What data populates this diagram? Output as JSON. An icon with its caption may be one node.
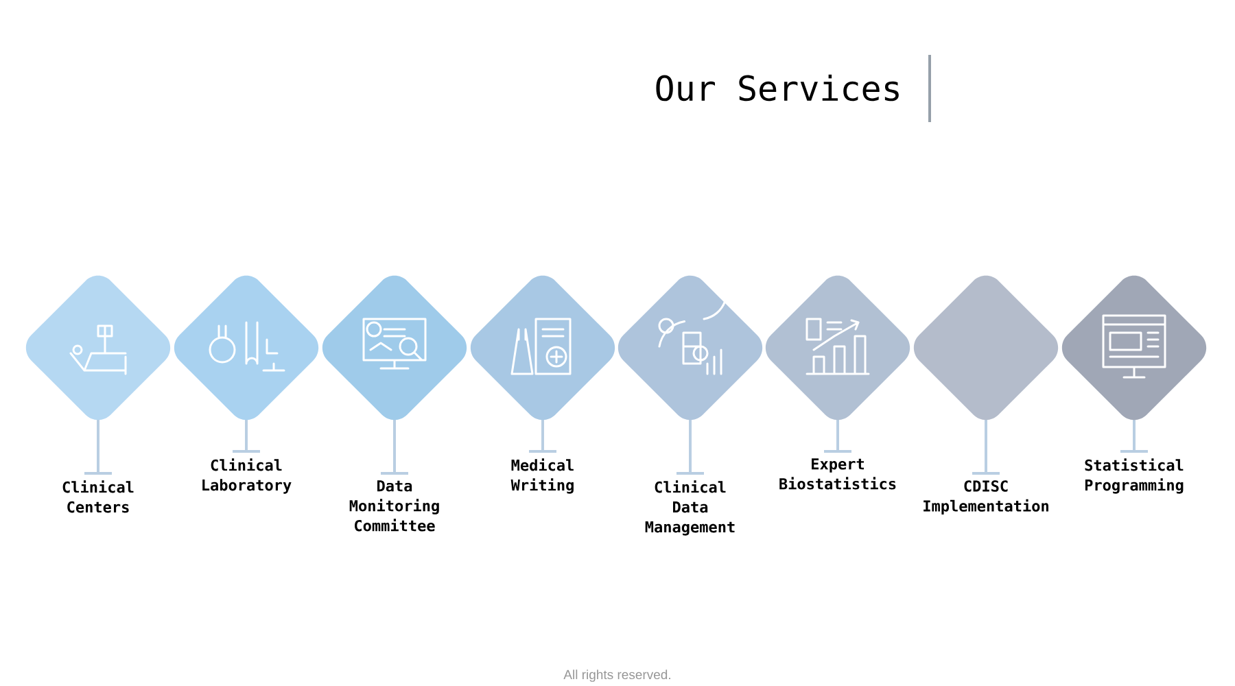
{
  "diagram": {
    "title": "Our Services",
    "nodes": [
      {
        "text": [],
        "shape": "diamond",
        "beside": [
          "Clinical Centers"
        ]
      },
      {
        "text": [],
        "shape": "diamond",
        "beside": [
          "Clinical Laboratory"
        ]
      },
      {
        "text": [],
        "shape": "diamond",
        "beside": [
          "Data Monitoring Committee"
        ]
      },
      {
        "text": [],
        "shape": "diamond",
        "beside": [
          "Medical Writing"
        ]
      },
      {
        "text": [],
        "shape": "diamond",
        "beside": [
          "Clinical Data Management"
        ]
      },
      {
        "text": [],
        "shape": "diamond",
        "beside": [
          "Expert Biostatistics"
        ]
      },
      {
        "text": [],
        "shape": "diamond",
        "beside": [
          "CDISC Implementation"
        ]
      },
      {
        "text": [],
        "shape": "diamond",
        "beside": [
          "Statistical Programming"
        ]
      }
    ],
    "labels": [
      "All rights reserved."
    ]
  }
}
